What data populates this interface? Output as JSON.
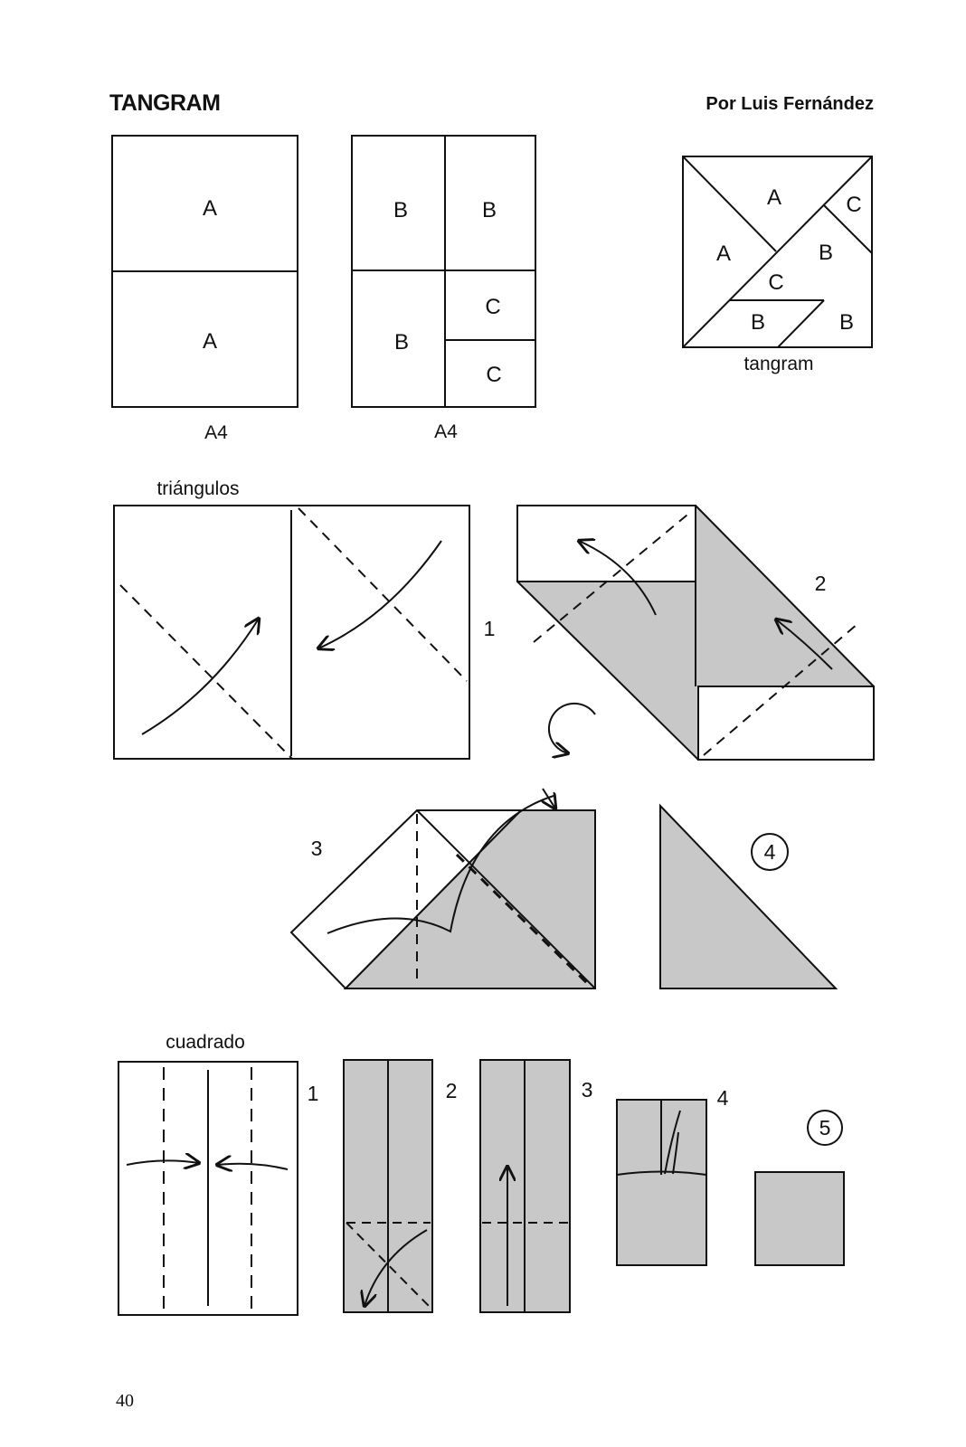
{
  "header": {
    "title": "TANGRAM",
    "author": "Por Luis Fernández"
  },
  "top_section": {
    "sheet1": {
      "pieces": [
        "A",
        "A"
      ],
      "caption": "A4"
    },
    "sheet2": {
      "pieces": [
        "B",
        "B",
        "B",
        "C",
        "C"
      ],
      "caption": "A4"
    },
    "tangram": {
      "pieces": [
        "A",
        "C",
        "A",
        "B",
        "C",
        "B",
        "B"
      ],
      "caption": "tangram"
    }
  },
  "triangles_section": {
    "heading": "triángulos",
    "steps": [
      "1",
      "2",
      "3",
      "4"
    ]
  },
  "square_section": {
    "heading": "cuadrado",
    "steps": [
      "1",
      "2",
      "3",
      "4",
      "5"
    ]
  },
  "footer": {
    "page_number": "40"
  },
  "colors": {
    "paper": "#ffffff",
    "folded_gray": "#c8c8c8",
    "line": "#111111"
  }
}
